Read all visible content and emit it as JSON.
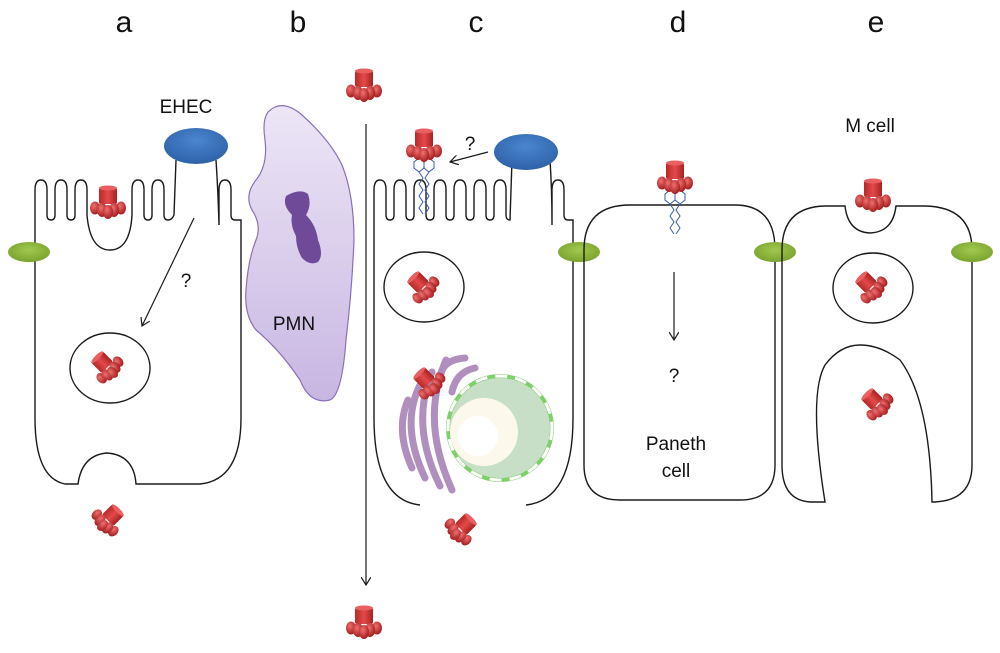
{
  "figure": {
    "panels": [
      {
        "id": "a",
        "letter": "a"
      },
      {
        "id": "b",
        "letter": "b"
      },
      {
        "id": "c",
        "letter": "c"
      },
      {
        "id": "d",
        "letter": "d"
      },
      {
        "id": "e",
        "letter": "e"
      }
    ],
    "labels": {
      "ehec": "EHEC",
      "pmn": "PMN",
      "paneth_line1": "Paneth",
      "paneth_line2": "cell",
      "m_cell": "M cell",
      "question": "?"
    },
    "colors": {
      "toxin": "#d23a3a",
      "ehec": "#3a74bd",
      "tight_junction": "#8ab43a",
      "pmn_fill": "#dcd0ee",
      "pmn_nucleus": "#6e4a98",
      "golgi": "#b08fbf",
      "er_nucleus": "#7fcf6a",
      "glycan": "#3b5c9a"
    }
  }
}
